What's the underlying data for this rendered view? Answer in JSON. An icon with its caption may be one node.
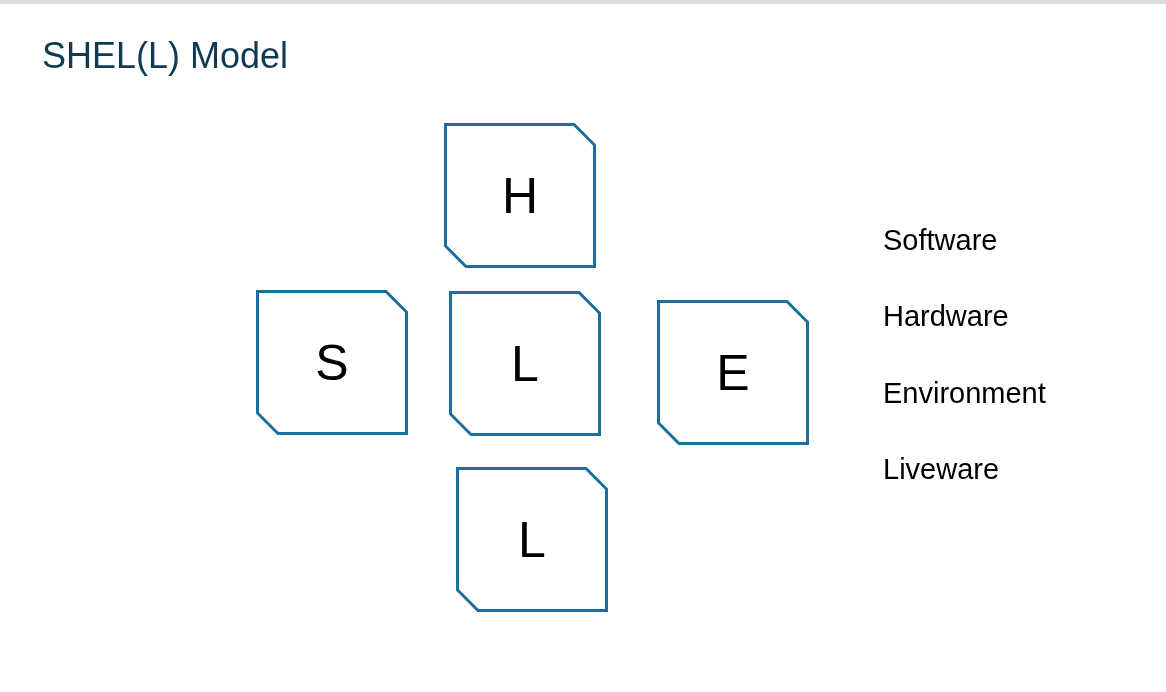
{
  "diagram": {
    "title": "SHEL(L) Model",
    "nodes": [
      {
        "text": [
          "H"
        ]
      },
      {
        "text": [
          "S"
        ]
      },
      {
        "text": [
          "L"
        ]
      },
      {
        "text": [
          "E"
        ]
      },
      {
        "text": [
          "L"
        ]
      }
    ],
    "labels": [
      "Software",
      "Hardware",
      "Environment",
      "Liveware"
    ]
  }
}
